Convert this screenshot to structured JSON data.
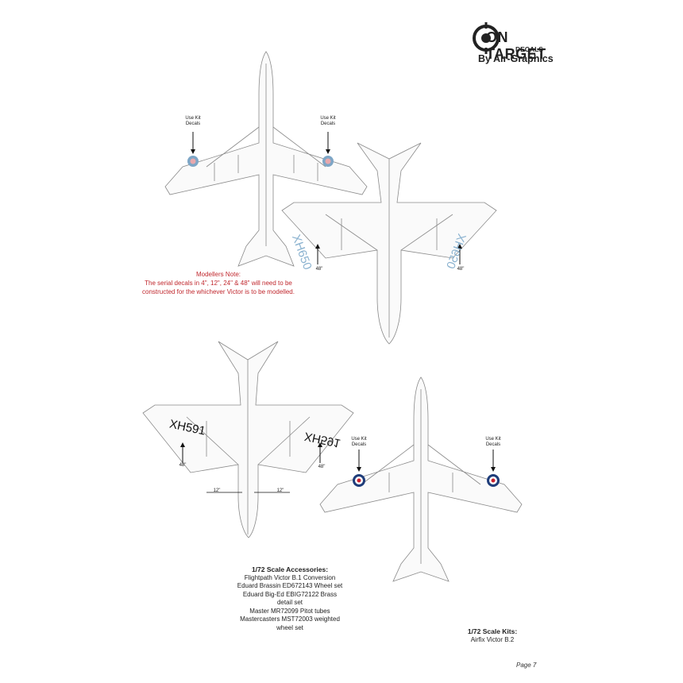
{
  "logo": {
    "brand": "ON TARGET",
    "sub": "DECALS",
    "by": "By Air-Graphics"
  },
  "note": {
    "title": "Modellers Note:",
    "lines": [
      "The serial decals in 4\", 12\", 24\" & 48\" will need to be",
      "constructed for the whichever Victor is to be modelled."
    ]
  },
  "callouts": {
    "use_kit_decals_line1": "Use Kit",
    "use_kit_decals_line2": "Decals",
    "size_48": "48\"",
    "size_12": "12\""
  },
  "serials": {
    "top_right_left_wing": "XH650",
    "top_right_right_wing": "XH650",
    "bottom_left_left_wing": "XH591",
    "bottom_left_right_wing": "XH591"
  },
  "accessories": {
    "title": "1/72 Scale Accessories:",
    "items": [
      "Flightpath Victor B.1 Conversion",
      "Eduard Brassin ED672143 Wheel set",
      "Eduard Big-Ed EBIG72122 Brass",
      "detail set",
      "Master MR72099 Pitot tubes",
      "Mastercasters MST72003 weighted",
      "wheel set"
    ]
  },
  "kits": {
    "title": "1/72 Scale Kits:",
    "items": [
      "Airfix Victor B.2"
    ]
  },
  "page": "Page 7",
  "colors": {
    "note_red": "#c0272d",
    "roundel_pale_blue": "#7ea6c6",
    "roundel_blue": "#1f3d7a",
    "roundel_red": "#c8202e",
    "serial_pale": "#8cb3d0",
    "serial_black": "#111111"
  }
}
